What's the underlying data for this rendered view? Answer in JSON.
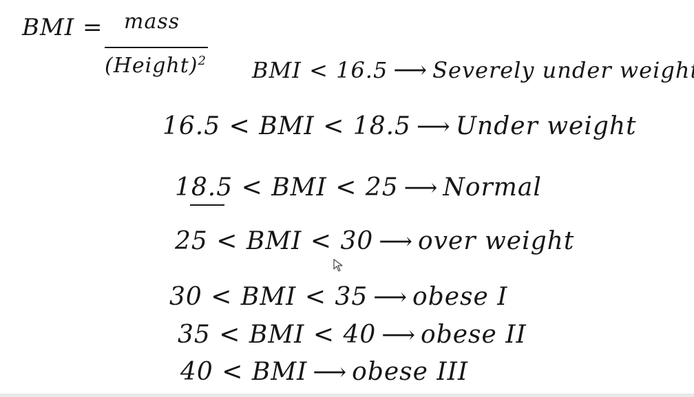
{
  "formula": {
    "lhs": "BMI =",
    "numerator": "mass",
    "denominator": "(Height)",
    "exponent": "2"
  },
  "rows": [
    {
      "condition": "BMI < 16.5",
      "category": "Severely under weight"
    },
    {
      "condition": "16.5 < BMI < 18.5",
      "category": "Under weight"
    },
    {
      "condition": "18.5 < BMI < 25",
      "category": "Normal"
    },
    {
      "condition": "25 < BMI < 30",
      "category": "over weight"
    },
    {
      "condition": "30 < BMI < 35",
      "category": "obese I"
    },
    {
      "condition": "35 < BMI < 40",
      "category": "obese II"
    },
    {
      "condition": "40 < BMI",
      "category": "obese III"
    }
  ],
  "arrow": "⟶",
  "colors": {
    "ink": "#161616",
    "background": "#ffffff"
  },
  "icons": {
    "cursor": "mouse-pointer-icon"
  }
}
